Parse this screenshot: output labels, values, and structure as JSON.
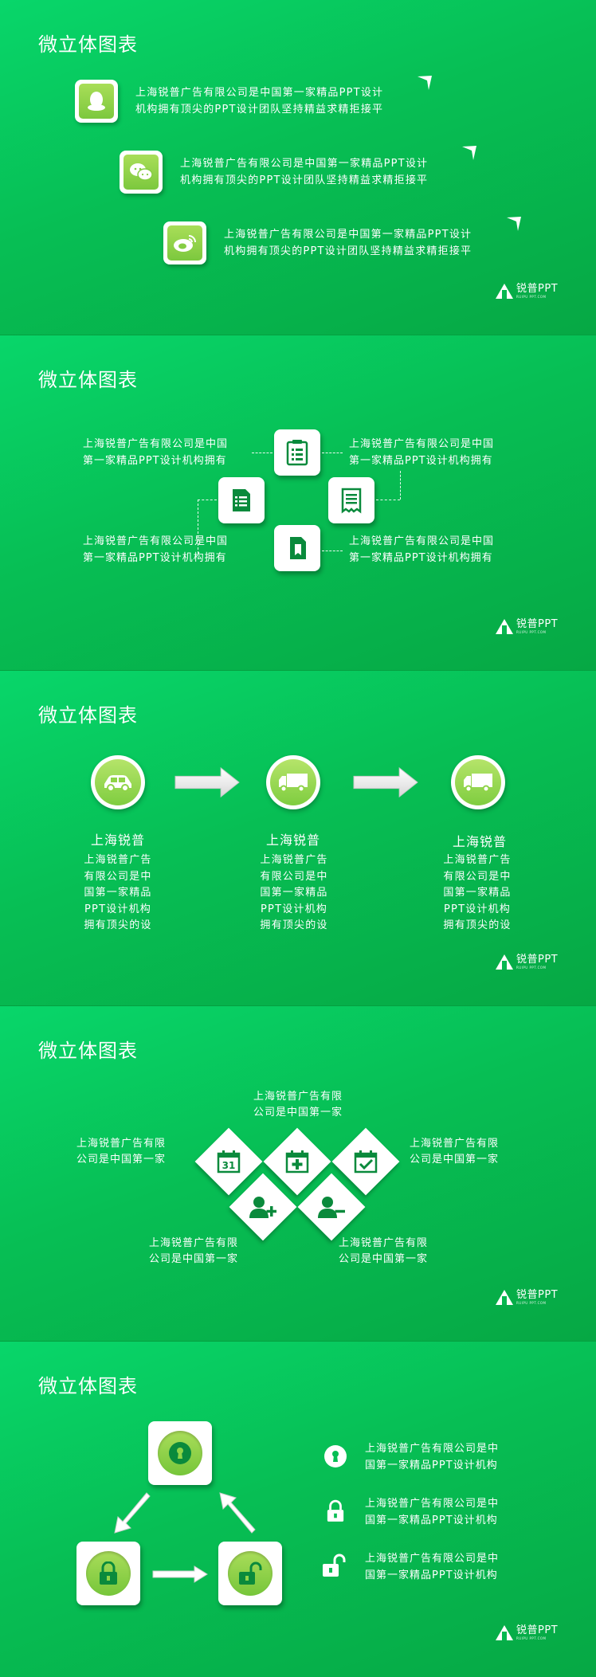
{
  "slide_title": "微立体图表",
  "logo": {
    "name": "锐普PPT",
    "sub": "RUIPU PPT.COM"
  },
  "slide1": {
    "items": [
      {
        "icon": "qq-penguin-icon",
        "line1": "上海锐普广告有限公司是中国第一家精品PPT设计",
        "line2": "机构拥有顶尖的PPT设计团队坚持精益求精拒接平"
      },
      {
        "icon": "wechat-icon",
        "line1": "上海锐普广告有限公司是中国第一家精品PPT设计",
        "line2": "机构拥有顶尖的PPT设计团队坚持精益求精拒接平"
      },
      {
        "icon": "weibo-icon",
        "line1": "上海锐普广告有限公司是中国第一家精品PPT设计",
        "line2": "机构拥有顶尖的PPT设计团队坚持精益求精拒接平"
      }
    ]
  },
  "slide2": {
    "texts": [
      {
        "line1": "上海锐普广告有限公司是中国",
        "line2": "第一家精品PPT设计机构拥有"
      },
      {
        "line1": "上海锐普广告有限公司是中国",
        "line2": "第一家精品PPT设计机构拥有"
      },
      {
        "line1": "上海锐普广告有限公司是中国",
        "line2": "第一家精品PPT设计机构拥有"
      },
      {
        "line1": "上海锐普广告有限公司是中国",
        "line2": "第一家精品PPT设计机构拥有"
      }
    ]
  },
  "slide3": {
    "steps": [
      {
        "icon": "car-icon",
        "head": "上海锐普",
        "lines": [
          "上海锐普广告",
          "有限公司是中",
          "国第一家精品",
          "PPT设计机构",
          "拥有顶尖的设"
        ]
      },
      {
        "icon": "truck-icon",
        "head": "上海锐普",
        "lines": [
          "上海锐普广告",
          "有限公司是中",
          "国第一家精品",
          "PPT设计机构",
          "拥有顶尖的设"
        ]
      },
      {
        "icon": "truck-icon",
        "head": "上海锐普",
        "lines": [
          "上海锐普广告",
          "有限公司是中",
          "国第一家精品",
          "PPT设计机构",
          "拥有顶尖的设"
        ]
      }
    ]
  },
  "slide4": {
    "calendar_day": "31",
    "top": {
      "line1": "上海锐普广告有限",
      "line2": "公司是中国第一家"
    },
    "left": {
      "line1": "上海锐普广告有限",
      "line2": "公司是中国第一家"
    },
    "right": {
      "line1": "上海锐普广告有限",
      "line2": "公司是中国第一家"
    },
    "bottom_left": {
      "line1": "上海锐普广告有限",
      "line2": "公司是中国第一家"
    },
    "bottom_right": {
      "line1": "上海锐普广告有限",
      "line2": "公司是中国第一家"
    }
  },
  "slide5": {
    "items": [
      {
        "icon": "keyhole-icon",
        "line1": "上海锐普广告有限公司是中",
        "line2": "国第一家精品PPT设计机构"
      },
      {
        "icon": "lock-icon",
        "line1": "上海锐普广告有限公司是中",
        "line2": "国第一家精品PPT设计机构"
      },
      {
        "icon": "unlock-icon",
        "line1": "上海锐普广告有限公司是中",
        "line2": "国第一家精品PPT设计机构"
      }
    ]
  },
  "colors": {
    "green_bg": "#07be54",
    "lime": "#8fd448",
    "dark_green": "#0a8a3c"
  }
}
